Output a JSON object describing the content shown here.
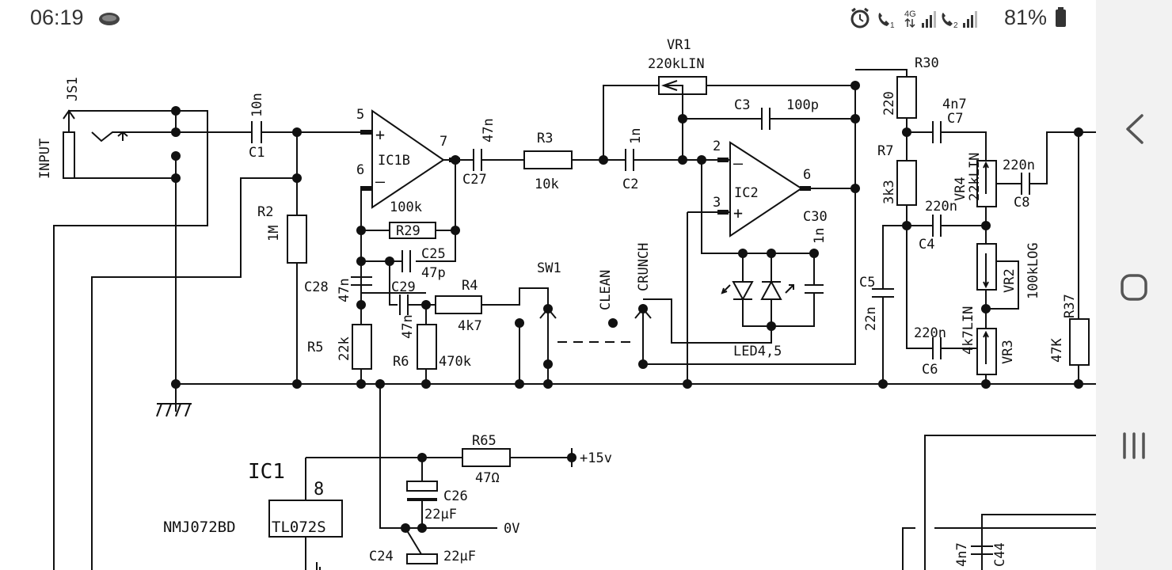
{
  "status_bar": {
    "time": "06:19",
    "battery": "81%",
    "icons": [
      "cloud-icon",
      "alarm-icon",
      "wifi-call-1-icon",
      "4g-data-icon",
      "signal-1-icon",
      "wifi-call-2-icon",
      "signal-2-icon",
      "battery-icon"
    ]
  },
  "nav_bar": {
    "buttons": [
      "back-button",
      "home-button",
      "recents-button"
    ]
  },
  "schematic": {
    "labels": {
      "js1": "JS1",
      "input": "INPUT",
      "c1_val": "10n",
      "c1": "C1",
      "r2": "R2",
      "r2_val": "1M",
      "pin5": "5",
      "pin6": "6",
      "pin7": "7",
      "ic1b": "IC1B",
      "c27_val": "47n",
      "c27": "C27",
      "r3": "R3",
      "r3_val": "10k",
      "vr1": "VR1",
      "vr1_val": "220kLIN",
      "c2_val": "1n",
      "c2": "C2",
      "c3": "C3",
      "c3_val": "100p",
      "pin2": "2",
      "pin3": "3",
      "pin6b": "6",
      "ic2": "IC2",
      "c30": "C30",
      "c30_val": "1n",
      "led": "LED4,5",
      "r29_val": "100k",
      "r29": "R29",
      "c25": "C25",
      "c25_val": "47p",
      "c28": "C28",
      "c28_val": "47n",
      "c29": "C29",
      "c29_val": "47n",
      "r4": "R4",
      "r4_val": "4k7",
      "r5": "R5",
      "r5_val": "22k",
      "r6": "R6",
      "r6_val": "470k",
      "sw1": "SW1",
      "clean": "CLEAN",
      "crunch": "CRUNCH",
      "r30": "R30",
      "r30_val": "220",
      "c7_val": "4n7",
      "c7": "C7",
      "r7": "R7",
      "r7_val": "3k3",
      "vr4": "VR4",
      "vr4_val": "22kLIN",
      "c8_val": "220n",
      "c8": "C8",
      "c4_val": "220n",
      "c4": "C4",
      "c5": "C5",
      "c5_val": "22n",
      "vr2": "VR2",
      "vr2_val": "100kLOG",
      "c6_val": "220n",
      "c6": "C6",
      "vr3_val": "4k7LIN",
      "vr3": "VR3",
      "r37": "R37",
      "r37_val": "47K",
      "r65": "R65",
      "r65_val": "47Ω",
      "plus15v": "+15v",
      "ic1": "IC1",
      "pin8": "8",
      "ic1_part": "NMJ072BD",
      "ic1_chip": "TL072S",
      "c26": "C26",
      "c26_val": "22μF",
      "zero_v": "0V",
      "c24": "C24",
      "c24_val": "22μF",
      "c44_val": "4n7",
      "c44": "C44"
    }
  }
}
